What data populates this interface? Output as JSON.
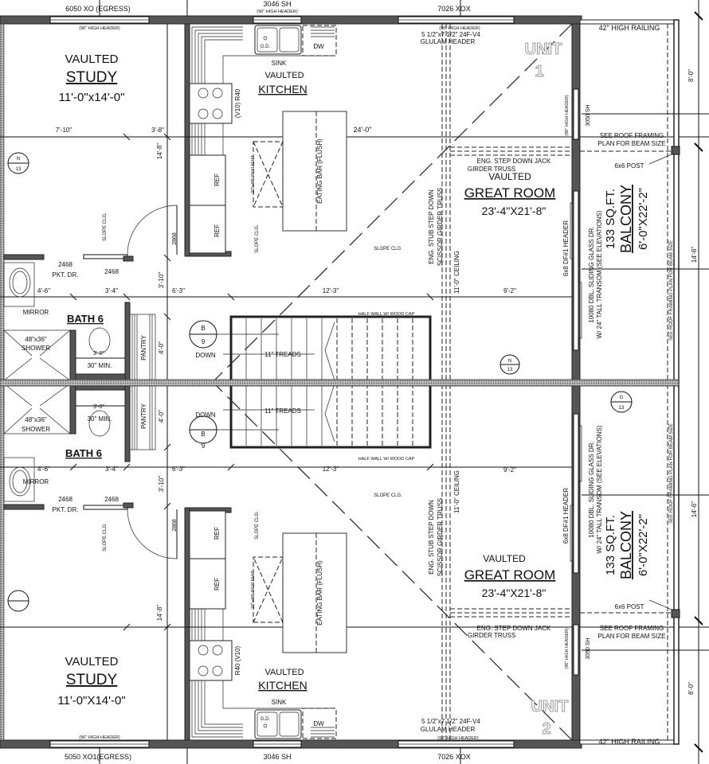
{
  "colors": {
    "wall": "#555555",
    "party_wall": "#9a9a9a",
    "line": "#111111",
    "unit_label": "#999999"
  },
  "units": [
    {
      "labels": {
        "study_window": "6050 XO (EGRESS)",
        "study_header": "(96\" HIGH HEADER)",
        "kitchen_window": "3046 SH",
        "kitchen_window_header": "(96\" HIGH HEADER)",
        "great_window": "7026 XOX",
        "great_window_header": "(96\" HIGH HEADER)",
        "glulam_1": "5 1/2\"x7 1/2\" 24F-V4",
        "glulam_2": "GLULAM HEADER",
        "unit_word": "UNIT",
        "unit_num": "1",
        "railing": "42\" HIGH RAILING",
        "dim_8": "8'-0\"",
        "study_vaulted": "VAULTED",
        "study_name": "STUDY",
        "study_size": "11'-0\"x14'-0\"",
        "sink": "SINK",
        "dw": "DW",
        "gd": "G.D.",
        "kitchen_vaulted": "VAULTED",
        "kitchen_name": "KITCHEN",
        "range": "(V10) R40",
        "dim_7_10": "7'-10\"",
        "dim_3_8": "3'-8\"",
        "dim_24": "24'-0\"",
        "dim_14_8": "14'-8\"",
        "tag_n": "N",
        "tag_n_num": "13",
        "sh3050": "3050 SH",
        "sh3050_header": "(96\" HIGH HEADER)",
        "roof_1": "SEE ROOF FRAMING",
        "roof_2": "PLAN FOR BEAM SIZE",
        "jack_1": "ENG. STEP DOWN JACK",
        "jack_2": "GIRDER TRUSS",
        "post": "6x6 POST",
        "great_vaulted": "VAULTED",
        "great_name": "GREAT ROOM",
        "great_size": "23'-4\"X21'-8\"",
        "balc_sqft": "133 SQ.FT.",
        "balc_name": "BALCONY",
        "balc_size": "6'-0\"X22'-2\"",
        "roof_v": "SEE ROOF FRAMING PLAN FOR BEAM SIZE",
        "dim_14_6": "14'-6\"",
        "slider_1": "10080 DBL. SLIDING GLASS DR.",
        "slider_2": "W/ 24\" TALL TRANSOM (SEE ELEVATIONS)",
        "df_header": "6x8 DF#1 HEADER",
        "stub_1": "ENG. STUB STEP DOWN",
        "stub_2": "SCISSOR GIRDER TRUSS",
        "ceiling": "11'-0\" CEILING",
        "slope_great": "SLOPE CLG.",
        "skylight": "22\"x48\" SKYLIGHT",
        "slope_kitchen": "SLOPE CLG.",
        "eating_bar": "EATING BAR (FLUSH)",
        "ref_1": "REF",
        "ref_2": "REF",
        "slope_study": "SLOPE CLG.",
        "door_2868": "2868",
        "pkt_1": "2468",
        "pkt_2": "PKT. DR.",
        "door_2468": "2468",
        "dim_4_6": "4'-6\"",
        "dim_3_4": "3'-4\"",
        "dim_3_10": "3'-10\"",
        "dim_6_3": "6'-3\"",
        "dim_12_3": "12'-3\"",
        "dim_9_2": "9'-2\"",
        "mirror": "MIRROR",
        "bath_name": "BATH 6",
        "half_wall": "HALF WALL W/ WOOD CAP",
        "shower_1": "48\"x36\"",
        "shower_2": "SHOWER",
        "dim_3_0": "3'-0\"",
        "min_30": "30\" MIN.",
        "pantry": "PANTRY",
        "dim_4_0": "4'-0\"",
        "tag_b": "B",
        "tag_b_num": "9",
        "down": "DOWN",
        "treads": "11\" TREADS",
        "tag_n2": "N",
        "tag_n2_num": "13"
      }
    },
    {
      "labels": {
        "study_window": "5050 XO1(EGRESS)",
        "study_header": "(96\" HIGH HEADER)",
        "kitchen_window": "3046 SH",
        "great_window": "7026 XOX",
        "great_window_header": "(96\" HIGH HEADER)",
        "glulam_1": "5 1/2\"x7 1/2\" 24F-V4",
        "glulam_2": "GLULAM HEADER",
        "unit_word": "UNIT",
        "unit_num": "2",
        "railing": "42\" HIGH RAILING",
        "dim_8": "8'-0\"",
        "study_vaulted": "VAULTED",
        "study_name": "STUDY",
        "study_size": "11'-0\"X14'-0\"",
        "sink": "SINK",
        "dw": "DW",
        "gd": "G.D.",
        "kitchen_vaulted": "VAULTED",
        "kitchen_name": "KITCHEN",
        "range": "R40 (V10)",
        "dim_14_8": "14'-8\"",
        "sh3050": "3050 SH",
        "sh3050_header": "(96\" HIGH HEADER)",
        "roof_1": "SEE ROOF FRAMING",
        "roof_2": "PLAN FOR BEAM SIZE",
        "jack_1": "ENG. STEP DOWN JACK",
        "jack_2": "GIRDER TRUSS",
        "post": "6x6 POST",
        "great_vaulted": "VAULTED",
        "great_name": "GREAT ROOM",
        "great_size": "23'-4\"X21'-8\"",
        "balc_sqft": "133 SQ.FT.",
        "balc_name": "BALCONY",
        "balc_size": "6'-0\"X22'-2\"",
        "roof_v": "SEE ROOF FRAMING PLAN FOR BEAM SIZE",
        "dim_14_6": "14'-6\"",
        "slider_1": "10080 DBL. SLIDING GLASS DR.",
        "slider_2": "W/ 24\" TALL TRANSOM (SEE ELEVATIONS)",
        "df_header": "6x8 DF#1 HEADER",
        "stub_1": "ENG. STUB STEP DOWN",
        "stub_2": "SCISSOR GIRDER TRUSS",
        "ceiling": "11'-0\" CEILING",
        "slope_great": "SLOPE CLG.",
        "skylight": "22\"x48\" SKYLIGHT",
        "slope_kitchen": "SLOPE CLG.",
        "eating_bar": "EATING BAR (FLUSH)",
        "ref_1": "REF",
        "ref_2": "REF",
        "slope_study": "SLOPE CLG.",
        "door_2868": "2868",
        "pkt_1": "2468",
        "pkt_2": "PKT. DR.",
        "door_2468": "2468",
        "dim_4_6": "4'-6\"",
        "dim_3_4": "3'-4\"",
        "dim_3_10": "3'-10\"",
        "dim_6_3": "6'-3\"",
        "dim_12_3": "12'-3\"",
        "dim_9_2": "9'-2\"",
        "mirror": "MIRROR",
        "bath_name": "BATH 6",
        "half_wall": "HALF WALL W/ WOOD CAP",
        "shower_1": "48\"x36\"",
        "shower_2": "SHOWER",
        "dim_3_0": "3'-0\"",
        "min_30": "30\" MIN.",
        "pantry": "PANTRY",
        "dim_4_0": "4'-0\"",
        "tag_b": "B",
        "tag_b_num": "9",
        "down": "DOWN",
        "treads": "11\" TREADS",
        "tag_g": "G",
        "tag_g_num": "13"
      }
    }
  ]
}
